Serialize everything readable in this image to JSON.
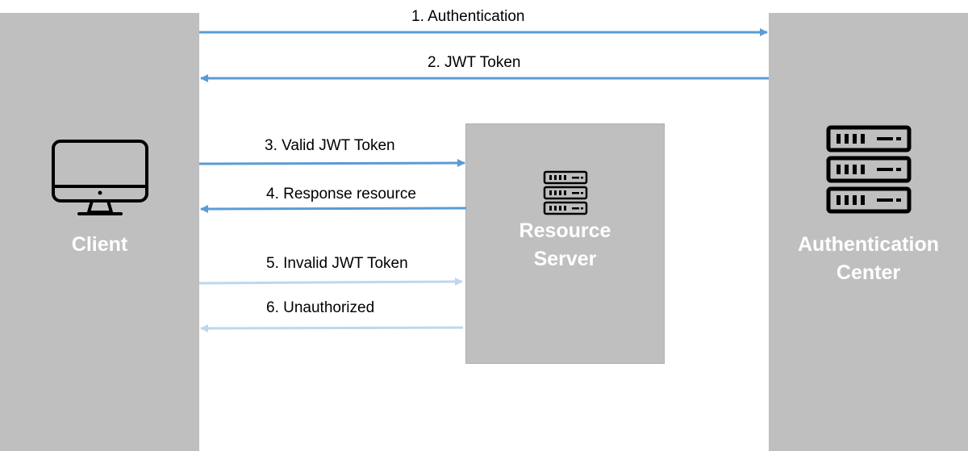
{
  "nodes": {
    "client": {
      "label": "Client"
    },
    "resource_server": {
      "label_line1": "Resource",
      "label_line2": "Server"
    },
    "auth_center": {
      "label_line1": "Authentication",
      "label_line2": "Center"
    }
  },
  "arrows": [
    {
      "label": "1. Authentication",
      "from": "client",
      "to": "auth_center",
      "style": "solid"
    },
    {
      "label": "2. JWT Token",
      "from": "auth_center",
      "to": "client",
      "style": "solid"
    },
    {
      "label": "3. Valid JWT Token",
      "from": "client",
      "to": "resource_server",
      "style": "solid"
    },
    {
      "label": "4. Response resource",
      "from": "resource_server",
      "to": "client",
      "style": "solid"
    },
    {
      "label": "5. Invalid JWT Token",
      "from": "client",
      "to": "resource_server",
      "style": "faded"
    },
    {
      "label": "6. Unauthorized",
      "from": "resource_server",
      "to": "client",
      "style": "faded"
    }
  ],
  "colors": {
    "panel": "#bfbfbf",
    "arrow_solid": "#5b9bd5",
    "arrow_faded": "#bdd7ee",
    "label_text": "#000000",
    "panel_text": "#ffffff"
  },
  "icons": {
    "client": "desktop-monitor-icon",
    "resource_server": "server-rack-icon",
    "auth_center": "server-rack-icon"
  }
}
